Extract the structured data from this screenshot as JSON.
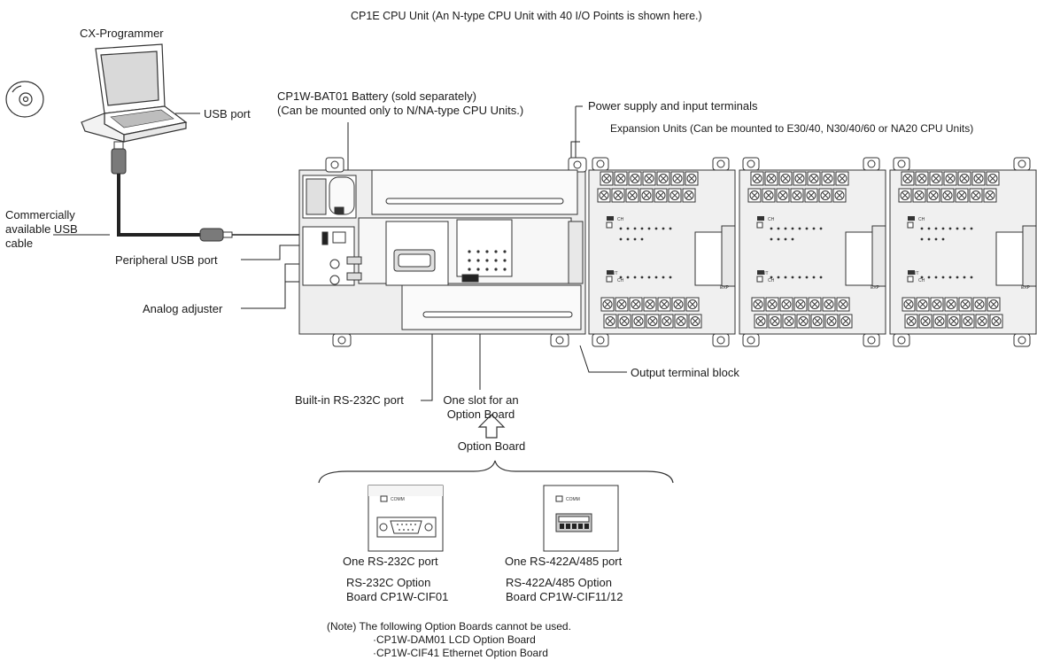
{
  "title": "CP1E CPU Unit (An N-type CPU Unit with 40 I/O Points is shown here.)",
  "software": "CX-Programmer",
  "usb_port": "USB port",
  "usb_cable": [
    "Commercially",
    "available USB",
    "cable"
  ],
  "peripheral_usb_port": "Peripheral USB port",
  "analog_adjuster": "Analog adjuster",
  "battery": [
    "CP1W-BAT01 Battery (sold separately)",
    "(Can be mounted only to N/NA-type CPU Units.)"
  ],
  "power_supply": "Power supply and input terminals",
  "expansion_units": "Expansion Units (Can be mounted to E30/40, N30/40/60 or NA20 CPU Units)",
  "builtin_rs232c": "Built-in RS-232C port",
  "option_slot": [
    "One slot for an",
    "Option Board"
  ],
  "output_terminal": "Output terminal block",
  "option_board": "Option Board",
  "board_led_label": "COMM",
  "boards": [
    {
      "port": "One RS-232C port",
      "name": [
        "RS-232C Option",
        "Board CP1W-CIF01"
      ]
    },
    {
      "port": "One RS-422A/485 port",
      "name": [
        "RS-422A/485 Option",
        "Board CP1W-CIF11/12"
      ]
    }
  ],
  "note": [
    "(Note) The following Option Boards cannot be used.",
    "·CP1W-DAM01 LCD Option Board",
    "·CP1W-CIF41 Ethernet Option Board"
  ],
  "unit_text": {
    "input_tag": "IN",
    "output_tag": "OUT",
    "ch": "CH",
    "exp": "EXP"
  }
}
